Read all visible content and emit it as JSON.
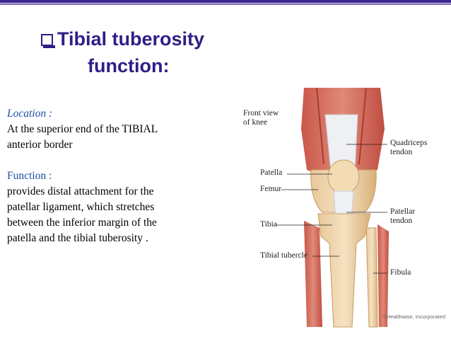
{
  "title": {
    "line1": "Tibial tuberosity",
    "line2": "function:"
  },
  "location": {
    "label": "Location",
    "sep": " :",
    "lines": [
      "At the superior end of the TIBIAL",
      "anterior border"
    ]
  },
  "function": {
    "label": "Function",
    "sep": " :",
    "lines": [
      "provides distal attachment for the",
      "patellar ligament, which stretches",
      "between the inferior margin of the",
      "patella and the tibial tuberosity ."
    ]
  },
  "figure": {
    "view_label": [
      "Front view",
      "of knee"
    ],
    "labels": {
      "patella": "Patella",
      "femur": "Femur",
      "tibia": "Tibia",
      "tibial_tubercle": "Tibial tubercle",
      "quadriceps": [
        "Quadriceps",
        "tendon"
      ],
      "patellar": [
        "Patellar",
        "tendon"
      ],
      "fibula": "Fibula"
    },
    "credit": "©Healthwise, Incorporated"
  },
  "colors": {
    "title": "#2e1f87",
    "label": "#1f4ea8",
    "accent_bar": "#3b2591"
  }
}
